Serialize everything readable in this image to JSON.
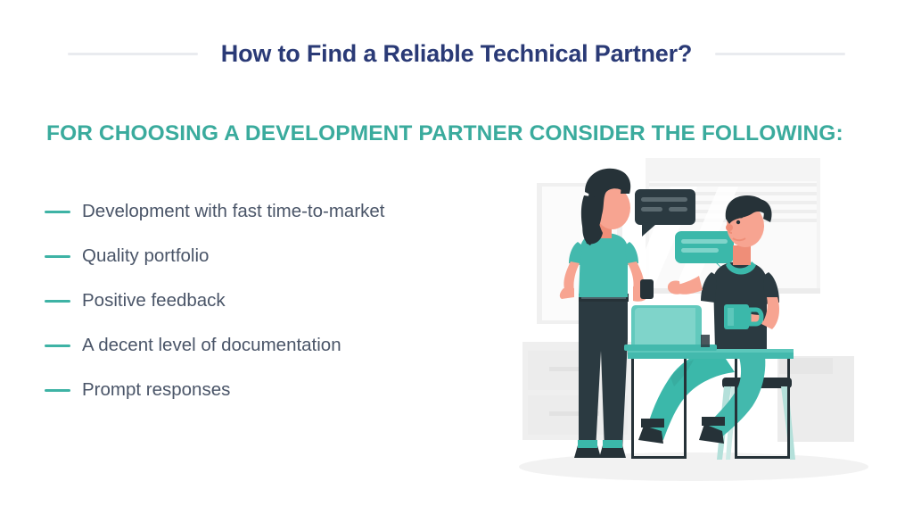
{
  "header": {
    "title": "How to Find a Reliable Technical Partner?",
    "rule_color": "#e9ebef",
    "title_color": "#2a3a76"
  },
  "subtitle": {
    "text": "FOR CHOOSING A DEVELOPMENT PARTNER CONSIDER THE FOLLOWING:",
    "color": "#3aab9d"
  },
  "bullets": {
    "marker_color": "#3eb3a5",
    "text_color": "#4a5568",
    "items": [
      {
        "label": "Development with fast time-to-market"
      },
      {
        "label": "Quality portfolio"
      },
      {
        "label": "Positive feedback"
      },
      {
        "label": "A decent level of documentation"
      },
      {
        "label": "Prompt responses"
      }
    ]
  },
  "illustration": {
    "name": "two-colleagues-discussing-at-desk",
    "palette": {
      "teal": "#43b9ad",
      "teal_dark": "#35a295",
      "teal_light": "#7fd4ca",
      "teal_pale": "#a9ded6",
      "navy": "#263238",
      "navy_soft": "#37474f",
      "skin": "#f7a491",
      "skin_dark": "#ef8e78",
      "wall": "#f6f6f6",
      "furniture": "#eeeeee",
      "furniture_dark": "#e3e4e6",
      "shadow": "#f2f2f2"
    },
    "elements": [
      "wall-board",
      "window-with-blinds",
      "cabinet",
      "dark-speech-bubble",
      "teal-speech-bubble",
      "standing-woman",
      "seated-man",
      "desk",
      "laptop",
      "stool",
      "coffee-mug",
      "mobile-phone",
      "floor-shadow"
    ]
  }
}
